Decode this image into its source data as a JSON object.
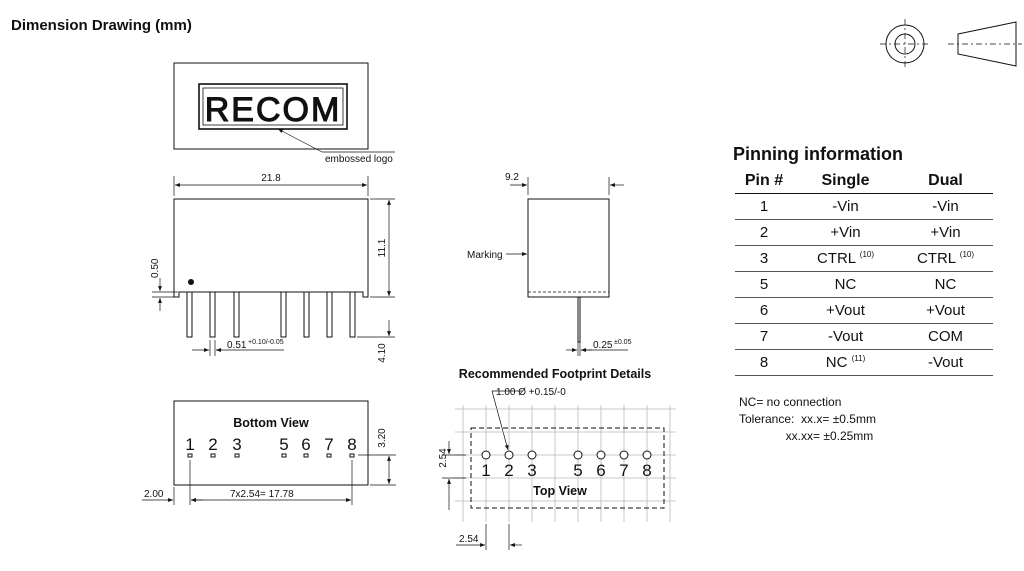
{
  "title": "Dimension Drawing (mm)",
  "logo": {
    "text": "RECOM",
    "callout": "embossed logo"
  },
  "dimensions": {
    "length": "21.8",
    "width": "9.2",
    "height": "11.1",
    "standoff": "0.50",
    "pin_length": "4.10",
    "pin_width": "0.51",
    "pin_width_tol": "+0.10/-0.05",
    "pin_thickness": "0.25",
    "pin_thickness_tol": "±0.05",
    "pin_row_offset": "3.20",
    "edge_offset": "2.00",
    "pitch_total": "7x2.54= 17.78",
    "marking": "Marking"
  },
  "bottom_view": {
    "label": "Bottom View",
    "pins": [
      "1",
      "2",
      "3",
      "5",
      "6",
      "7",
      "8"
    ]
  },
  "footprint": {
    "title": "Recommended Footprint Details",
    "hole": "1.00 Ø +0.15/-0",
    "grid_v": "2.54",
    "grid_h": "2.54",
    "view_label": "Top View",
    "pins": [
      "1",
      "2",
      "3",
      "5",
      "6",
      "7",
      "8"
    ]
  },
  "pinning": {
    "title": "Pinning information",
    "headers": [
      "Pin #",
      "Single",
      "Dual"
    ],
    "rows": [
      {
        "pin": "1",
        "single": "-Vin",
        "dual": "-Vin"
      },
      {
        "pin": "2",
        "single": "+Vin",
        "dual": "+Vin"
      },
      {
        "pin": "3",
        "single": "CTRL",
        "single_note": "(10)",
        "dual": "CTRL",
        "dual_note": "(10)"
      },
      {
        "pin": "5",
        "single": "NC",
        "dual": "NC"
      },
      {
        "pin": "6",
        "single": "+Vout",
        "dual": "+Vout"
      },
      {
        "pin": "7",
        "single": "-Vout",
        "dual": "COM"
      },
      {
        "pin": "8",
        "single": "NC",
        "single_note": "(11)",
        "dual": "-Vout"
      }
    ]
  },
  "notes": {
    "nc": "NC= no connection",
    "tol1": "Tolerance:  xx.x= ±0.5mm",
    "tol2": "              xx.xx= ±0.25mm"
  },
  "projection_symbol": "third-angle-projection-icon"
}
